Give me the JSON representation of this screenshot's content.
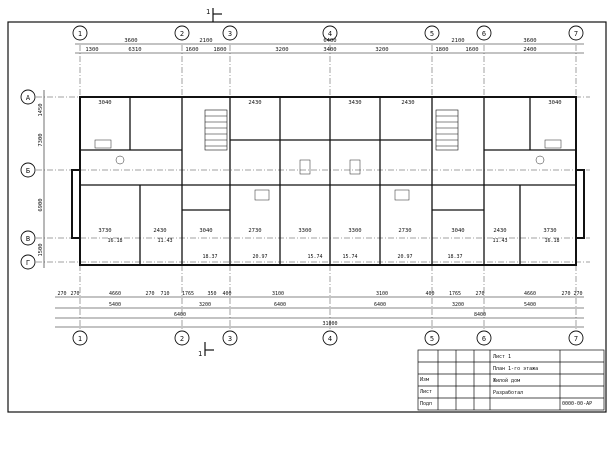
{
  "drawing": {
    "top_dims_row1": [
      "3600",
      "2100",
      "6400",
      "2100",
      "3600"
    ],
    "top_dims_row2": [
      "1300",
      "6310",
      "1600",
      "1800",
      "3200",
      "3400",
      "3200",
      "1800",
      "1600",
      "2400"
    ],
    "bottom_dims_row1": [
      "270",
      "270",
      "4660",
      "270",
      "710",
      "1765",
      "350",
      "400",
      "3100",
      "3100",
      "400",
      "1765",
      "270",
      "4660",
      "270",
      "270"
    ],
    "bottom_dims_row2": [
      "5400",
      "3200",
      "6400",
      "6400",
      "3200",
      "5400"
    ],
    "bottom_dims_row3": [
      "6400",
      "8400"
    ],
    "overall_width": "31000",
    "left_dims": [
      "1450",
      "7300",
      "6900",
      "1500"
    ],
    "section_mark_top": "1",
    "section_mark_bottom": "1",
    "axis_labels_top": [
      "1",
      "2",
      "3",
      "4",
      "5",
      "6",
      "7"
    ],
    "axis_labels_bottom": [
      "1",
      "2",
      "3",
      "4",
      "5",
      "6",
      "7"
    ],
    "axis_labels_left": [
      "A",
      "Б",
      "В",
      "Г"
    ],
    "room_areas_upper": [
      "3040",
      "2430",
      "3430",
      "2430",
      "3040"
    ],
    "room_areas_lower": [
      "3730",
      "2430",
      "3040",
      "2730",
      "3300",
      "3300",
      "2730",
      "3040",
      "2430",
      "3730"
    ],
    "room_sizes": [
      "16.18",
      "11.43",
      "18.37",
      "20.97",
      "15.74",
      "15.74",
      "20.97",
      "18.37",
      "11.43",
      "16.18"
    ]
  },
  "title_block": {
    "line1": "Лист 1",
    "line2": "План 1-го этажа",
    "line3": "Жилой дом",
    "line4": "Разработал",
    "code": "0000-00-АР",
    "left_col": [
      "Изм",
      "Лист",
      "Подп"
    ]
  }
}
